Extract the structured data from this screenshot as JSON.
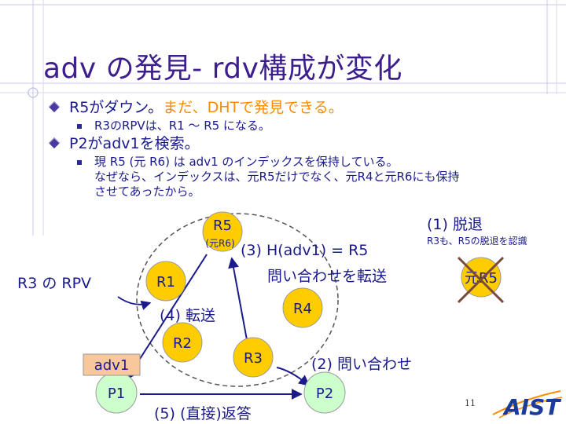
{
  "slide": {
    "title": "adv の発見- rdv構成が変化",
    "page_number": "11",
    "logo_text": "AIST"
  },
  "bullets": [
    {
      "prefix": "R5がダウン。",
      "highlight": "まだ、DHTで発見できる。"
    },
    {
      "text": "R3のRPVは、R1 〜 R5 になる。"
    },
    {
      "text": "P2がadv1を検索。"
    },
    {
      "text": "現 R5 (元 R6) は adv1 のインデックスを保持している。"
    },
    {
      "text": "なぜなら、インデックスは、元R5だけでなく、元R4と元R6にも保持"
    },
    {
      "text": "させてあったから。"
    }
  ],
  "diagram": {
    "nodes": {
      "r5": "R5",
      "r5_sub": "(元R6)",
      "r1": "R1",
      "r2": "R2",
      "r3": "R3",
      "r4": "R4",
      "dead": "元R5",
      "p1": "P1",
      "p2": "P2",
      "adv1": "adv1"
    },
    "labels": {
      "rpv": "R3 の RPV",
      "step1": "(1) 脱退",
      "step1_sub": "R3も、R5の脱退を認識",
      "step2": "(2) 問い合わせ",
      "step3": "(3) H(adv1) = R5",
      "step3_sub": "問い合わせを転送",
      "step4": "(4) 転送",
      "step5": "(5) (直接)返答"
    },
    "colors": {
      "node_fill": "#ffcc00",
      "peer_fill": "#ccffcc",
      "adv_fill": "#f8c89c",
      "cross": "#7a4a3a",
      "text": "#1a1a8c"
    }
  }
}
